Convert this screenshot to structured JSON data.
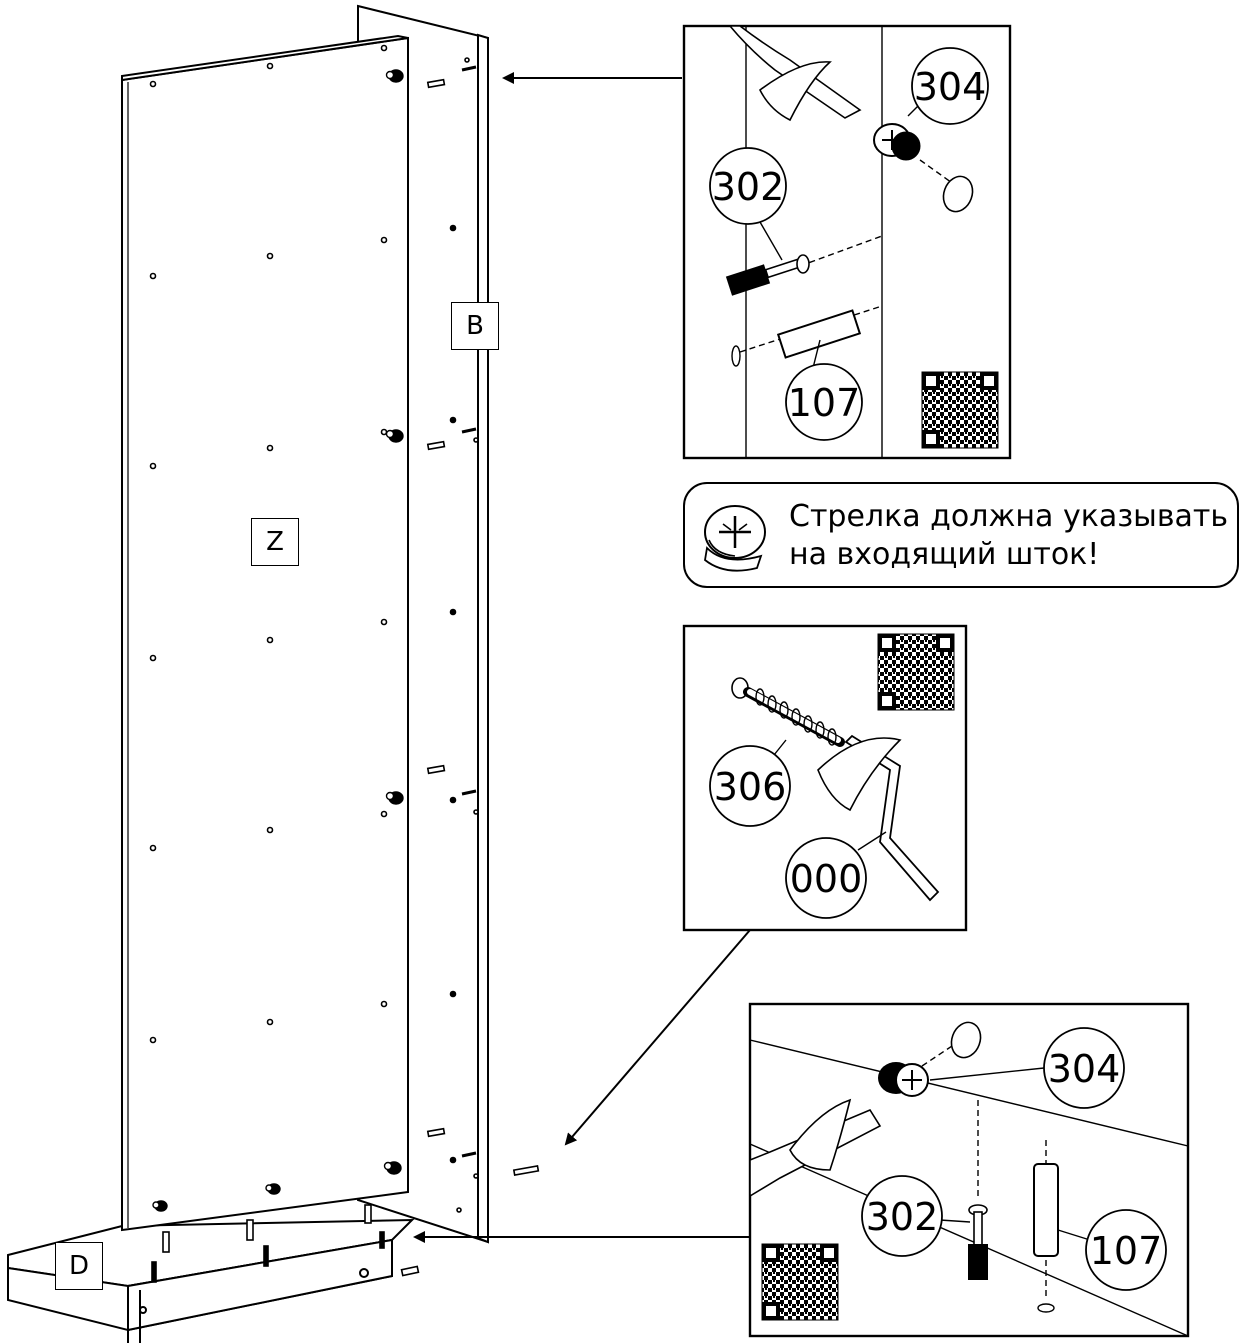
{
  "panels": {
    "front_panel_label": "Z",
    "back_panel_label": "B",
    "base_label": "D"
  },
  "detail_top": {
    "part_cam_lock": "304",
    "part_cam_bolt": "302",
    "part_dowel": "107"
  },
  "hint": {
    "text_line1": "Стрелка должна указывать",
    "text_line2": "на входящий шток!"
  },
  "detail_middle": {
    "part_screw": "306",
    "part_hex_key": "000"
  },
  "detail_bottom": {
    "part_cam_lock": "304",
    "part_cam_bolt": "302",
    "part_dowel": "107"
  }
}
